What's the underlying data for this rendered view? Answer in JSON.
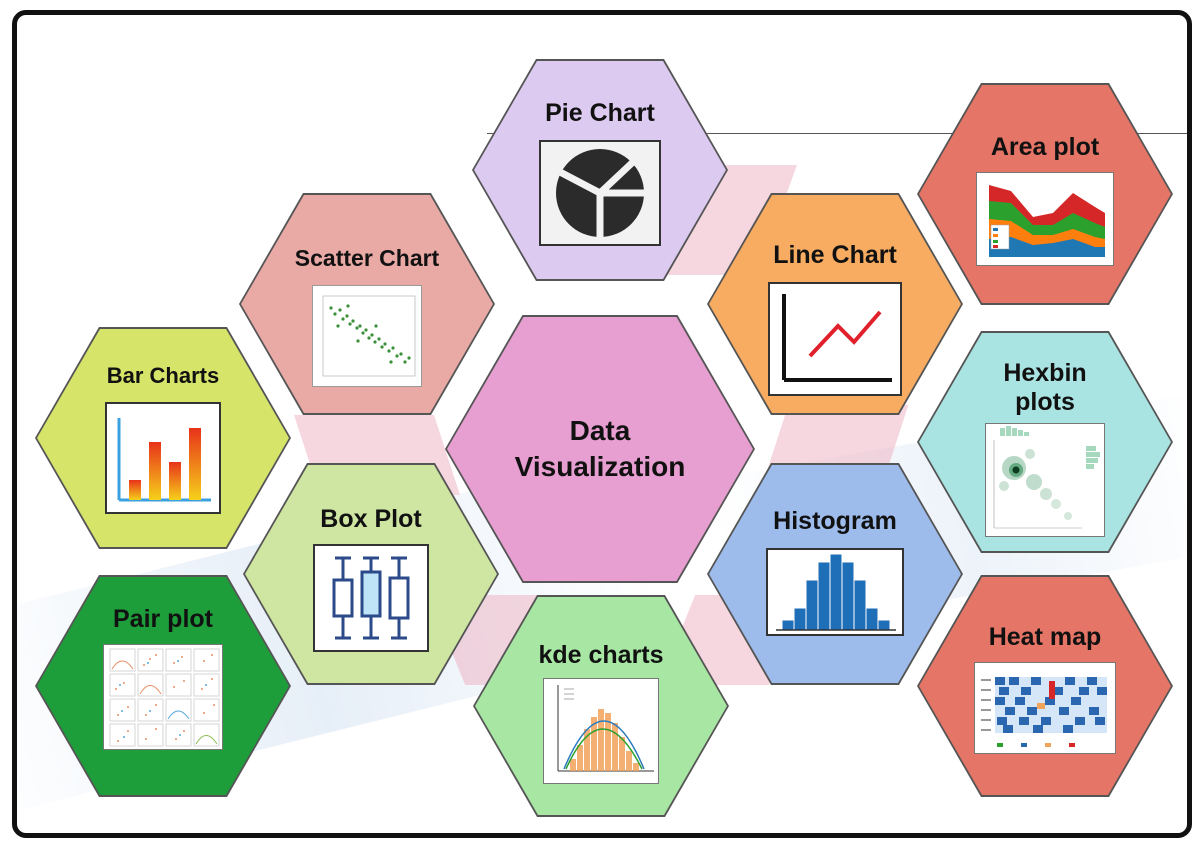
{
  "center": {
    "line1": "Data",
    "line2": "Visualization"
  },
  "hexes": {
    "pie": {
      "title": "Pie Chart",
      "color": "#dccaf0"
    },
    "scatter": {
      "title": "Scatter Chart",
      "color": "#e9aaa6"
    },
    "bar": {
      "title": "Bar Charts",
      "color": "#d7e46a"
    },
    "box": {
      "title": "Box Plot",
      "color": "#cfe6a2"
    },
    "pair": {
      "title": "Pair plot",
      "color": "#1e9e3a"
    },
    "kde": {
      "title": "kde charts",
      "color": "#a8e6a4"
    },
    "line": {
      "title": "Line Chart",
      "color": "#f7ac62"
    },
    "area": {
      "title": "Area plot",
      "color": "#e57566"
    },
    "hexbin": {
      "title_line1": "Hexbin",
      "title_line2": "plots",
      "color": "#a9e4e2"
    },
    "histogram": {
      "title": "Histogram",
      "color": "#9dbcec"
    },
    "heatmap": {
      "title": "Heat map",
      "color": "#e57566"
    },
    "center_color": "#e79ed0"
  }
}
